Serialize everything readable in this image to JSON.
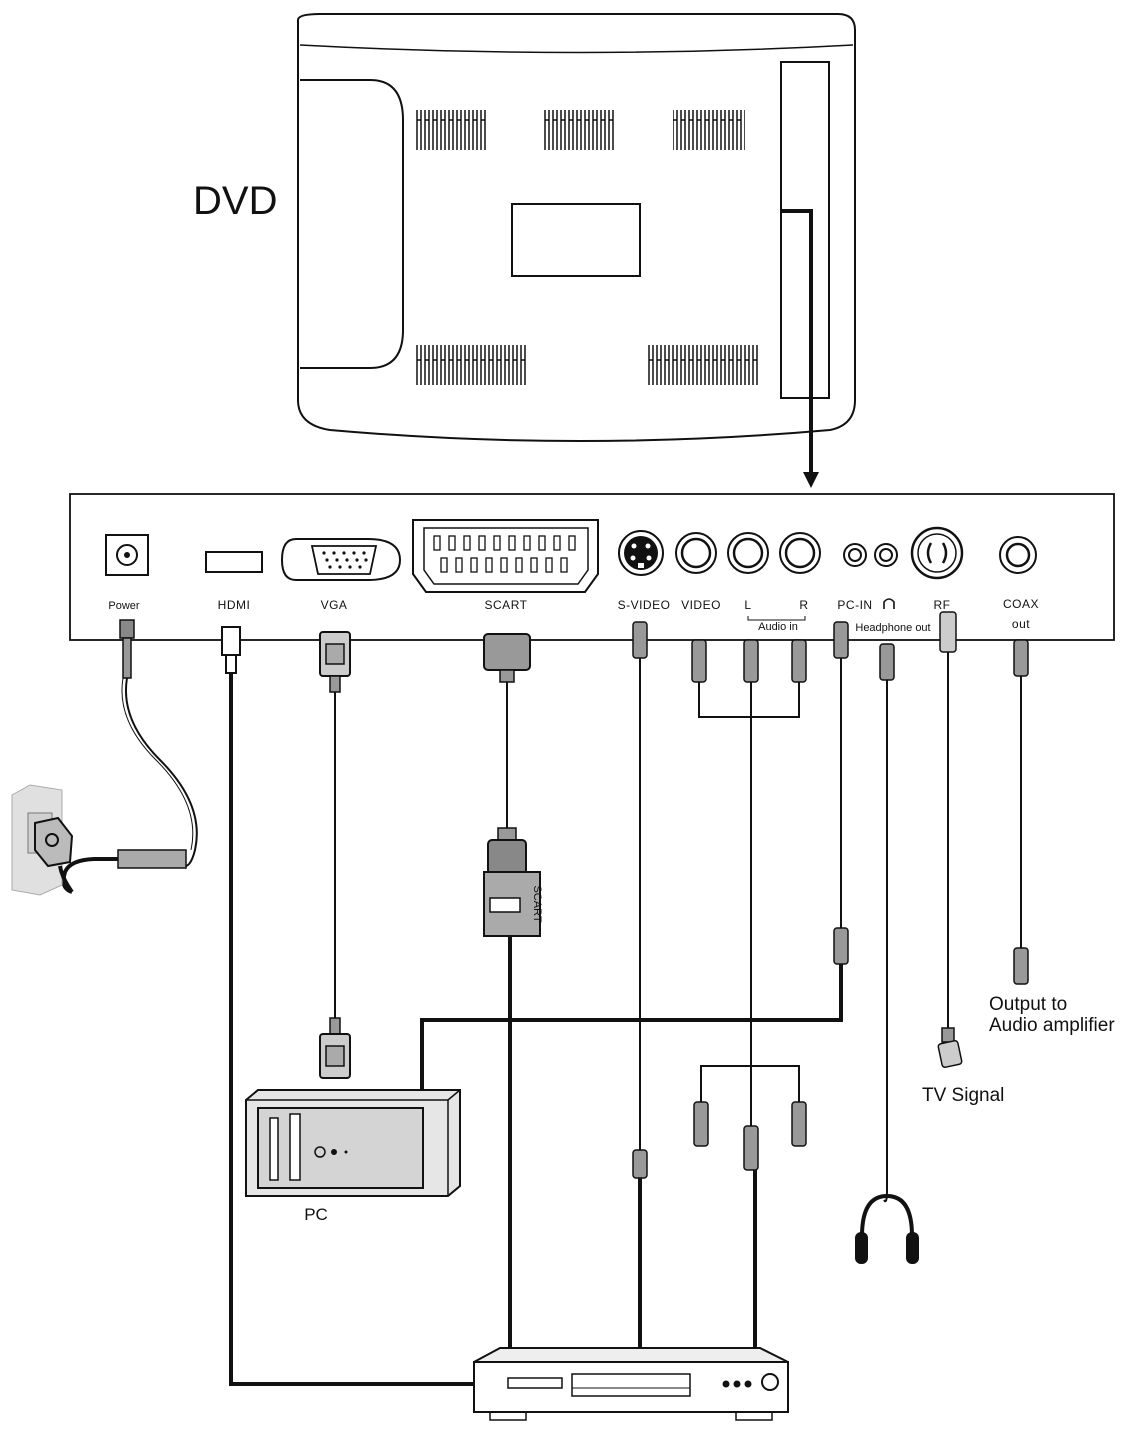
{
  "diagram": {
    "dvd_label": "DVD",
    "ports": {
      "power": "Power",
      "hdmi": "HDMI",
      "vga": "VGA",
      "scart": "SCART",
      "svideo": "S-VIDEO",
      "video": "VIDEO",
      "audio_l": "L",
      "audio_r": "R",
      "audio_in": "Audio in",
      "pc_in": "PC-IN",
      "headphone_out": "Headphone out",
      "rf": "RF",
      "coax": "COAX",
      "coax_out": "out"
    },
    "connector_label_scart": "SCART",
    "devices": {
      "pc": "PC",
      "tv_signal": "TV Signal",
      "output_line1": "Output to",
      "output_line2": "Audio amplifier"
    },
    "icons": [
      "wall-outlet-icon",
      "power-plug-icon",
      "pc-tower-icon",
      "headphones-icon",
      "dvd-player-icon",
      "headphone-symbol-icon"
    ]
  }
}
